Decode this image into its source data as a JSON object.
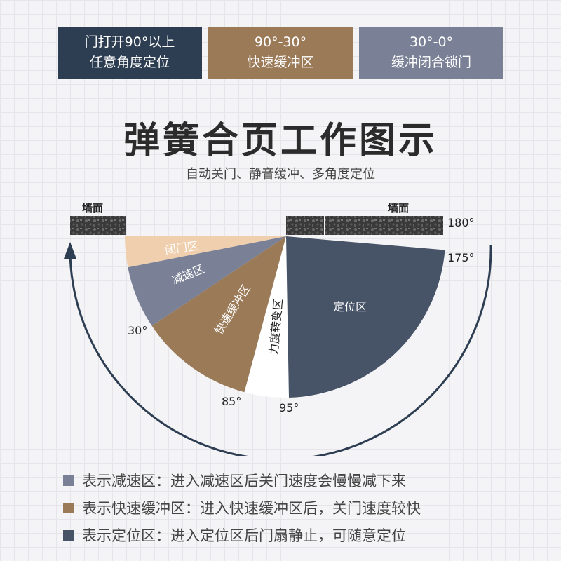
{
  "top_boxes": [
    {
      "line1": "门打开90°以上",
      "line2": "任意角度定位",
      "color": "#2e3e52"
    },
    {
      "line1": "90°-30°",
      "line2": "快速缓冲区",
      "color": "#9b7a58"
    },
    {
      "line1": "30°-0°",
      "line2": "缓冲闭合锁门",
      "color": "#7a8196"
    }
  ],
  "title": "弹簧合页工作图示",
  "subtitle": "自动关门、静音缓冲、多角度定位",
  "diagram": {
    "wall_left": "墙面",
    "wall_right": "墙面",
    "zones": {
      "closing": "闭门区",
      "deceleration": "减速区",
      "fast_buffer": "快速缓冲区",
      "force_change": "力度转变区",
      "positioning": "定位区"
    },
    "angles": {
      "a180": "180°",
      "a175": "175°",
      "a30": "30°",
      "a85": "85°",
      "a95": "95°"
    },
    "colors": {
      "closing": "#efcfae",
      "deceleration": "#7a8196",
      "fast_buffer": "#9b7a58",
      "force_change": "#ffffff",
      "positioning": "#475366",
      "arrow": "#2e3e52"
    }
  },
  "legend": [
    {
      "text": "表示减速区：进入减速区后关门速度会慢慢减下来",
      "color": "#7a8196"
    },
    {
      "text": "表示快速缓冲区：进入快速缓冲区后，关门速度较快",
      "color": "#9b7a58"
    },
    {
      "text": "表示定位区：进入定位区后门扇静止，可随意定位",
      "color": "#475366"
    }
  ]
}
